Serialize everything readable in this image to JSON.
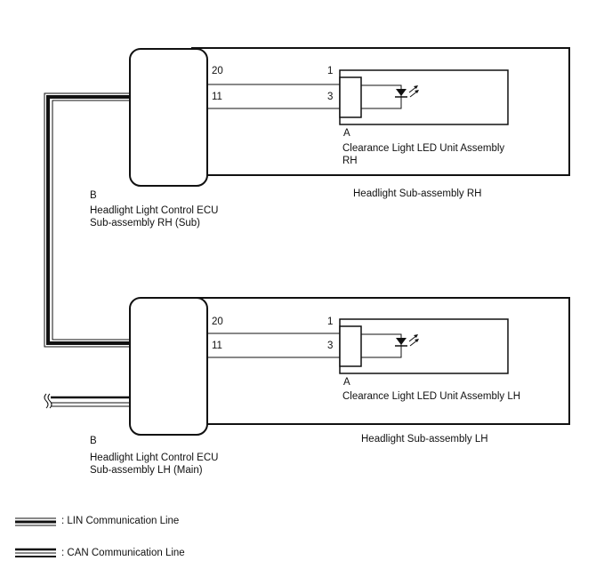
{
  "diagram": {
    "ecu_rh": {
      "connector": "B",
      "name_line1": "Headlight Light Control ECU",
      "name_line2": "Sub-assembly RH (Sub)",
      "pin_top": "20",
      "pin_bottom": "11"
    },
    "ecu_lh": {
      "connector": "B",
      "name_line1": "Headlight Light Control ECU",
      "name_line2": "Sub-assembly LH (Main)",
      "pin_top": "20",
      "pin_bottom": "11"
    },
    "headlight_rh": {
      "label": "Headlight Sub-assembly RH",
      "led_connector": "A",
      "led_pin_top": "1",
      "led_pin_bottom": "3",
      "led_name_line1": "Clearance Light LED Unit Assembly",
      "led_name_line2": "RH"
    },
    "headlight_lh": {
      "label": "Headlight Sub-assembly LH",
      "led_connector": "A",
      "led_pin_top": "1",
      "led_pin_bottom": "3",
      "led_name_line1": "Clearance Light LED Unit Assembly LH"
    },
    "legend": [
      {
        "symbol": "lin-line-icon",
        "text": ": LIN Communication Line"
      },
      {
        "symbol": "can-line-icon",
        "text": ": CAN Communication Line"
      }
    ]
  }
}
